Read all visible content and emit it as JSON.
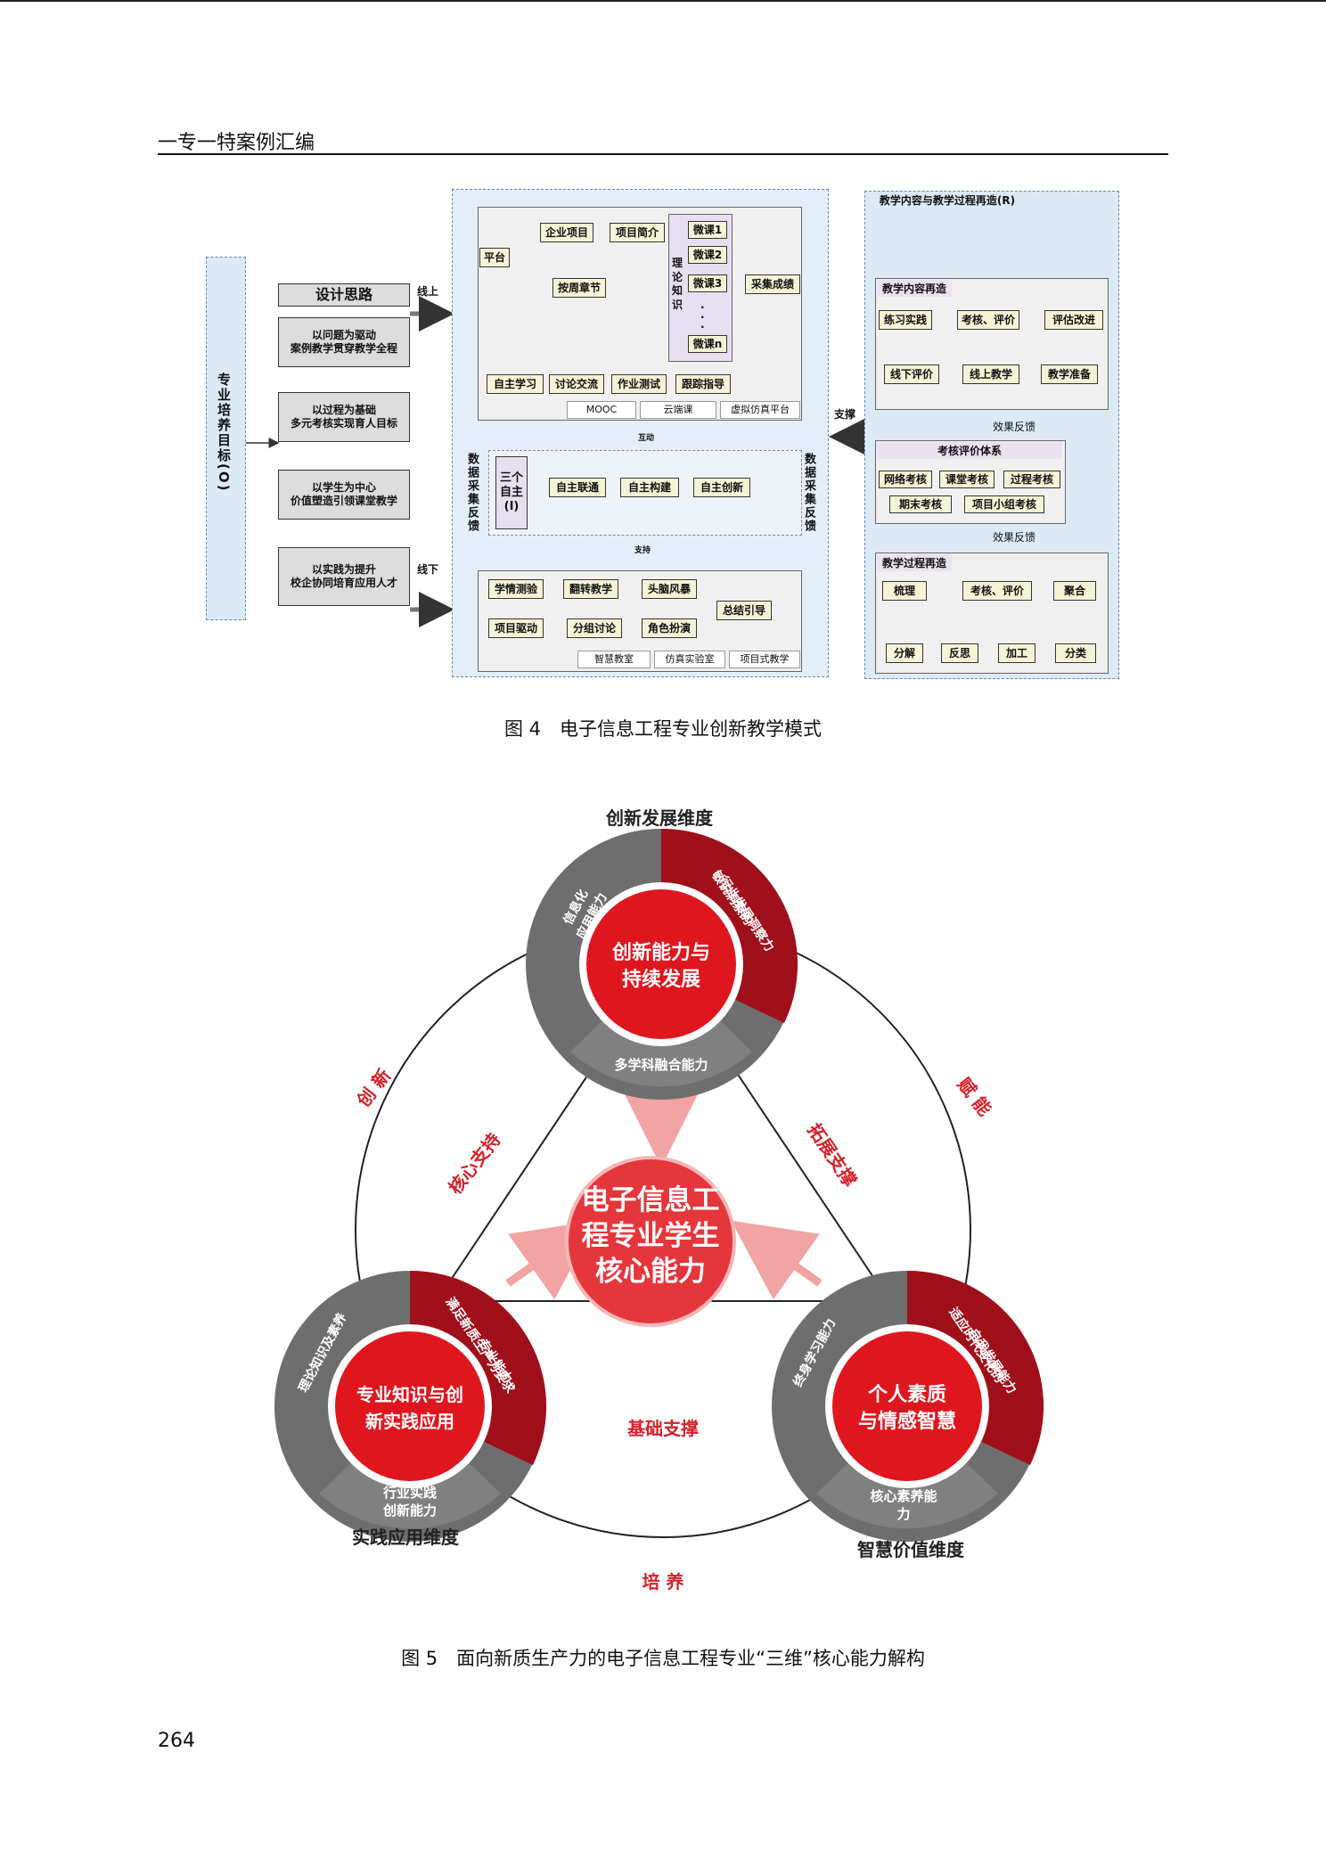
{
  "header": {
    "title": "一专一特案例汇编"
  },
  "figure4": {
    "caption": "图 4　电子信息工程专业创新教学模式",
    "goal": "专业培养目标(O)",
    "design": {
      "title": "设计思路",
      "items": [
        {
          "l1": "以问题为驱动",
          "l2": "案例教学贯穿教学全程"
        },
        {
          "l1": "以过程为基础",
          "l2": "多元考核实现育人目标"
        },
        {
          "l1": "以学生为中心",
          "l2": "价值塑造引领课堂教学"
        },
        {
          "l1": "以实践为提升",
          "l2": "校企协同培育应用人才"
        }
      ],
      "online": "线上",
      "offline": "线下"
    },
    "online": {
      "platform": "平台",
      "enterprise": "企业项目",
      "project_intro": "项目简介",
      "chapter": "按周章节",
      "theory": "理论知识",
      "micro": [
        "微课1",
        "微课2",
        "微课3",
        "微课n"
      ],
      "dots": "·  ·  ·",
      "collect": "采集成绩",
      "acts": [
        "自主学习",
        "讨论交流",
        "作业测试",
        "跟踪指导"
      ],
      "platforms": [
        "MOOC",
        "云端课",
        "虚拟仿真平台"
      ],
      "sync_label": "互动",
      "down_label": "支持"
    },
    "self": {
      "title": "三个自主(I)",
      "steps": [
        "自主联通",
        "自主构建",
        "自主创新"
      ]
    },
    "offline": {
      "acts": [
        "学情测验",
        "翻转教学",
        "头脑风暴",
        "项目驱动",
        "分组讨论",
        "角色扮演",
        "总结引导"
      ],
      "places": [
        "智慧教室",
        "仿真实验室",
        "项目式教学"
      ]
    },
    "left_feedback": "数据采集反馈",
    "right_feedback": "数据采集反馈",
    "support": "支撑",
    "right": {
      "title": "教学内容与教学过程再造(R)",
      "content": {
        "title": "教学内容再造",
        "items": [
          "练习实践",
          "考核、评价",
          "评估改进",
          "线下评价",
          "线上教学",
          "教学准备"
        ]
      },
      "feedback": "效果反馈",
      "eval": {
        "title": "考核评价体系",
        "items": [
          "网络考核",
          "课堂考核",
          "过程考核",
          "期末考核",
          "项目小组考核"
        ]
      },
      "process": {
        "title": "教学过程再造",
        "items": [
          "梳理",
          "考核、评价",
          "聚合",
          "分解",
          "反思",
          "加工",
          "分类"
        ]
      }
    }
  },
  "figure5": {
    "caption": "图 5　面向新质生产力的电子信息工程专业“三维”核心能力解构",
    "center": [
      "电子信息工",
      "程专业学生",
      "核心能力"
    ],
    "top": {
      "dimension": "创新发展维度",
      "core": [
        "创新能力与",
        "持续发展"
      ],
      "grey": [
        "信息化",
        "应用能力"
      ],
      "red": [
        "敏锐洞察的",
        "行业发展洞察力"
      ],
      "bottom": "多学科融合能力"
    },
    "left": {
      "dimension": "实践应用维度",
      "core": [
        "专业知识与创",
        "新实践应用"
      ],
      "grey": "理论知识及素养",
      "red": [
        "满足新质生产力要求",
        "专业能力"
      ],
      "bottom": [
        "行业实践",
        "创新能力"
      ]
    },
    "right": {
      "dimension": "智慧价值维度",
      "core": [
        "个人素质",
        "与情感智慧"
      ],
      "grey": "终身学习能力",
      "red": [
        "适应时代变化的",
        "自我发展能力"
      ],
      "bottom": [
        "核心素养能",
        "力"
      ]
    },
    "links": {
      "core_support": "核心支持",
      "extend_support": "拓展支撑",
      "base_support": "基础支撑",
      "innovate": "创 新",
      "empower": "赋 能",
      "cultivate": "培 养"
    },
    "colors": {
      "red": "#e0161e",
      "dark_red": "#8c0a10",
      "grey": "#6e6e6e",
      "pink": "#f2a3a3",
      "label_red": "#d4212a"
    }
  },
  "page_number": "264"
}
